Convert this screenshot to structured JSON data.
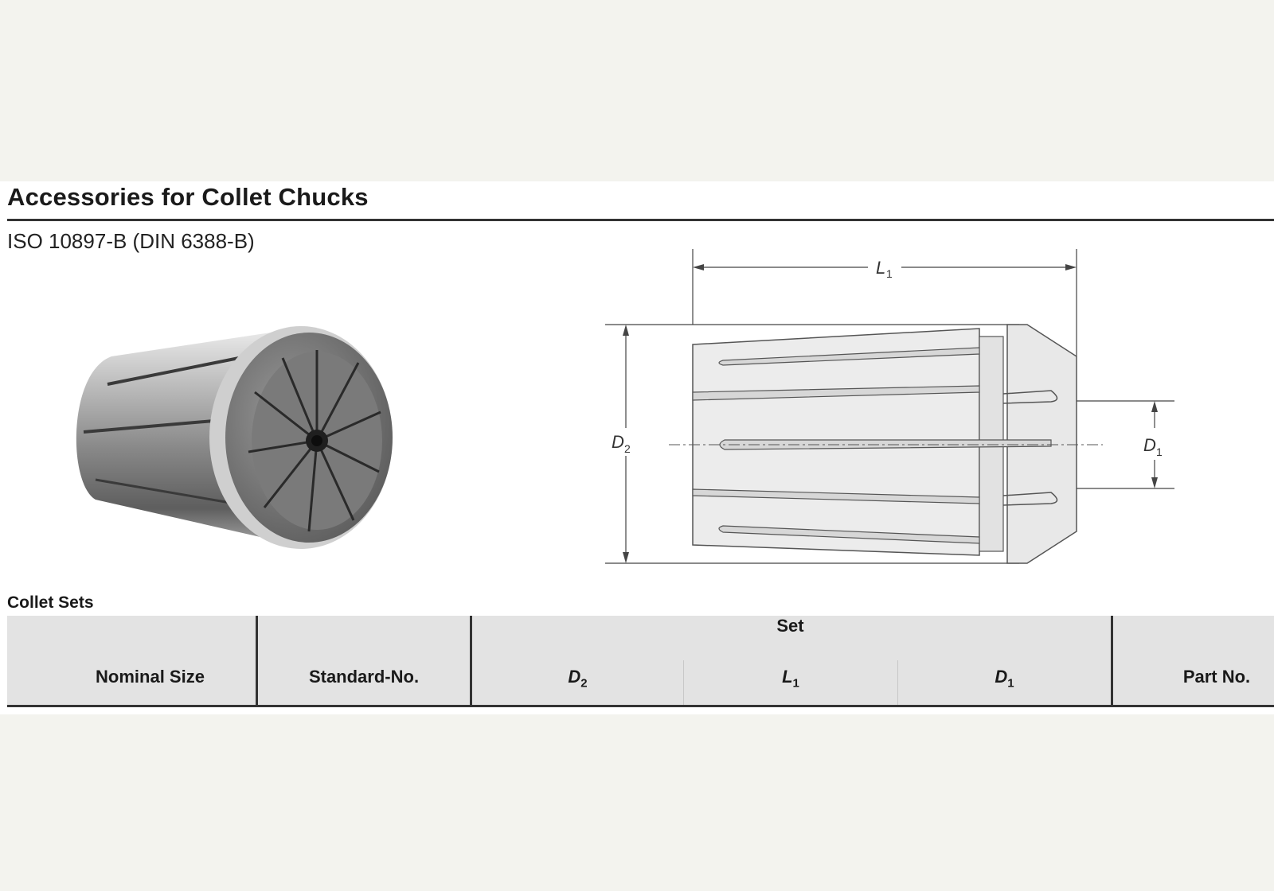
{
  "page": {
    "title": "Accessories for Collet Chucks",
    "subtitle": "ISO 10897-B (DIN 6388-B)"
  },
  "drawing": {
    "labels": {
      "l1": "L",
      "l1_sub": "1",
      "d2": "D",
      "d2_sub": "2",
      "d1": "D",
      "d1_sub": "1"
    }
  },
  "table": {
    "section_label": "Collet Sets",
    "group_header": "Set",
    "columns": {
      "nominal_size": "Nominal Size",
      "standard_no": "Standard-No.",
      "d2": "D",
      "d2_sub": "2",
      "l1": "L",
      "l1_sub": "1",
      "d1": "D",
      "d1_sub": "1",
      "part_no": "Part No."
    }
  },
  "colors": {
    "page_background": "#f3f3ee",
    "sheet_background": "#ffffff",
    "header_fill": "#e3e3e3",
    "rule": "#333333"
  }
}
